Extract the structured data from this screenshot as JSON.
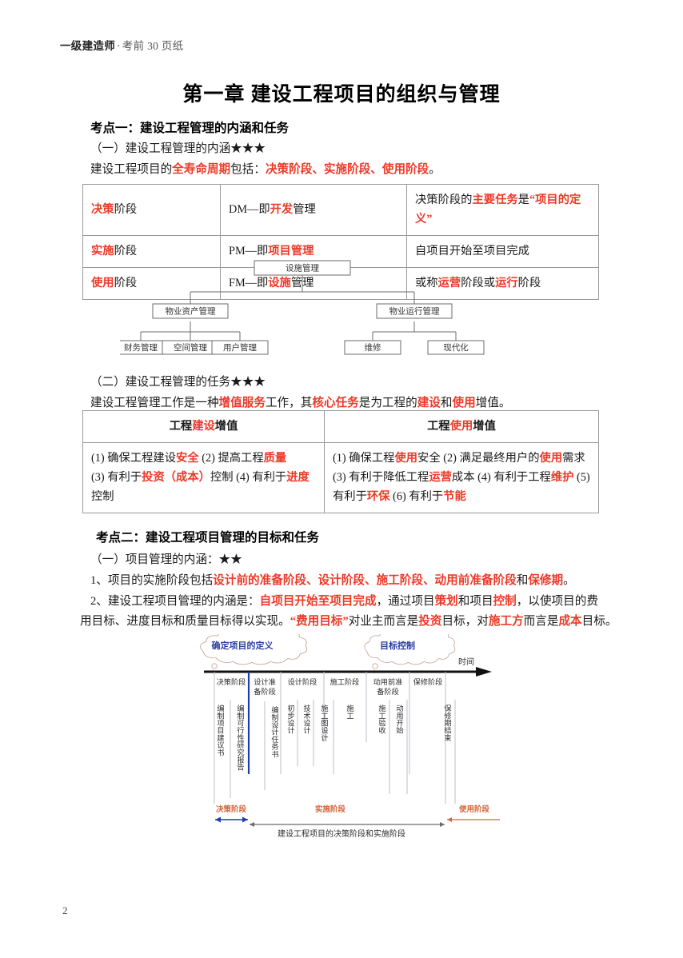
{
  "header": {
    "strong": "一级建造师",
    "separator": "·",
    "rest": "考前 30 页纸"
  },
  "chapter_title": "第一章 建设工程项目的组织与管理",
  "sections": {
    "kaodian1": "考点一：建设工程管理的内涵和任务",
    "sub1_1": "（一）建设工程管理的内涵★★★",
    "para1_1_a": "建设工程项目的",
    "para1_1_b": "全寿命周期",
    "para1_1_c": "包括：",
    "para1_1_d": "决策阶段、实施阶段、使用阶段",
    "para1_1_e": "。",
    "sub1_2": "（二）建设工程管理的任务★★★",
    "para1_2_a": "建设工程管理工作是一种",
    "para1_2_b": "增值服务",
    "para1_2_c": "工作，其",
    "para1_2_d": "核心任务",
    "para1_2_e": "是为工程的",
    "para1_2_f": "建设",
    "para1_2_g": "和",
    "para1_2_h": "使用",
    "para1_2_i": "增值。",
    "kaodian2": "考点二：建设工程项目管理的目标和任务",
    "sub2_1": "（一）项目管理的内涵：★★",
    "para2_1_a": "1、项目的实施阶段包括",
    "para2_1_b": "设计前的准备阶段、设计阶段、施工阶段、动用前准备阶段",
    "para2_1_c": "和",
    "para2_1_d": "保修期",
    "para2_1_e": "。",
    "para2_2_a": "2、建设工程项目管理的内涵是：",
    "para2_2_b": "自项目开始至项目完成",
    "para2_2_c": "，通过项目",
    "para2_2_d": "策划",
    "para2_2_e": "和项目",
    "para2_2_f": "控制",
    "para2_2_g": "，以使项目的费",
    "para2_2_h": "用目标、进度目标和质量目标得以实现。",
    "para2_2_i": "“费用目标”",
    "para2_2_j": "对业主而言是",
    "para2_2_k": "投资",
    "para2_2_l": "目标，对",
    "para2_2_m": "施工方",
    "para2_2_n": "而言是",
    "para2_2_o": "成本",
    "para2_2_p": "目标。"
  },
  "table_phases": {
    "rows": [
      {
        "c1_red": "决策",
        "c1_rest": "阶段",
        "c2_pre": "DM—即",
        "c2_red": "开发",
        "c2_post": "管理",
        "c3_pre": "决策阶段的",
        "c3_red": "主要任务",
        "c3_mid": "是",
        "c3_red2": "“项目的定义”",
        "c3_post": ""
      },
      {
        "c1_red": "实施",
        "c1_rest": "阶段",
        "c2_pre": "PM—即",
        "c2_red": "项目管理",
        "c2_post": "",
        "c3_pre": "自项目开始至项目完成",
        "c3_red": "",
        "c3_mid": "",
        "c3_red2": "",
        "c3_post": ""
      },
      {
        "c1_red": "使用",
        "c1_rest": "阶段",
        "c2_pre": "FM—即",
        "c2_red": "设施",
        "c2_post": "管理",
        "c3_pre": "或称",
        "c3_red": "运营",
        "c3_mid": "阶段或",
        "c3_red2": "运行",
        "c3_post": "阶段"
      }
    ]
  },
  "table_value": {
    "header_left_pre": "工程",
    "header_left_red": "建设",
    "header_left_post": "增值",
    "header_right_pre": "工程",
    "header_right_red": "使用",
    "header_right_post": "增值",
    "left_l1_a": "(1) 确保工程建设",
    "left_l1_b": "安全",
    "left_l1_c": " (2) 提高工程",
    "left_l1_d": "质量",
    "left_l2_a": "(3) 有利于",
    "left_l2_b": "投资（成本）",
    "left_l2_c": "控制 (4) 有利于",
    "left_l2_d": "进度",
    "left_l2_e": "控制",
    "right_a": "(1) 确保工程",
    "right_b": "使用",
    "right_c": "安全 (2) 满足最终用户的",
    "right_d": "使用",
    "right_e": "需求 (3) 有利于降低工程",
    "right_f": "运营",
    "right_g": "成本 (4) 有利于工程",
    "right_h": "维护",
    "right_i": " (5) 有利于",
    "right_j": "环保",
    "right_k": " (6) 有利于",
    "right_l": "节能"
  },
  "org_chart": {
    "root": "设施管理",
    "level2": [
      "物业资产管理",
      "物业运行管理"
    ],
    "level3_left": [
      "财务管理",
      "空间管理",
      "用户管理"
    ],
    "level3_right": [
      "维修",
      "现代化"
    ]
  },
  "timeline": {
    "clouds": [
      "确定项目的定义",
      "目标控制"
    ],
    "axis_label": "时间",
    "phases": [
      "决策阶段",
      "设计准备阶段",
      "设计阶段",
      "施工阶段",
      "动用前准备阶段",
      "保修阶段"
    ],
    "milestones": [
      "编制项目建议书",
      "编制可行性研究报告",
      "编制设计任务书",
      "初步设计",
      "技术设计",
      "施工图设计",
      "施工",
      "施工验收",
      "动用开始",
      "保修期结束"
    ],
    "bands": [
      "决策阶段",
      "实施阶段",
      "使用阶段"
    ],
    "caption": "建设工程项目的决策阶段和实施阶段"
  },
  "page_number": "2",
  "colors": {
    "accent_red": "#ec3a28",
    "cloud_blue": "#2b3fa0",
    "band_orange": "#d4663a",
    "rule_gray": "#9a9a9a"
  }
}
